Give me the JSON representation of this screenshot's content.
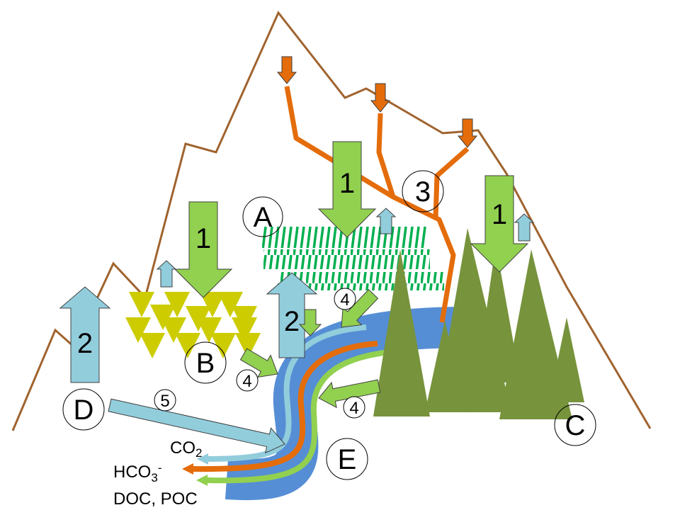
{
  "labels": {
    "A": "A",
    "B": "B",
    "C": "C",
    "D": "D",
    "E": "E",
    "one": "1",
    "two": "2",
    "three": "3",
    "four": "4",
    "five": "5"
  },
  "chem": {
    "co2": {
      "base": "CO",
      "sub": "2"
    },
    "hco3": {
      "base": "HCO",
      "sub": "3",
      "sup": "-"
    },
    "doc_poc": "DOC, POC"
  },
  "colors": {
    "mountain": "#A0632E",
    "orange": "#E46C0A",
    "green_arrow": "#92D050",
    "light_blue": "#92CDDC",
    "river": "#558ED5",
    "grass": "#00B050",
    "shrub": "#CCCC00",
    "tree": "#77933C"
  }
}
